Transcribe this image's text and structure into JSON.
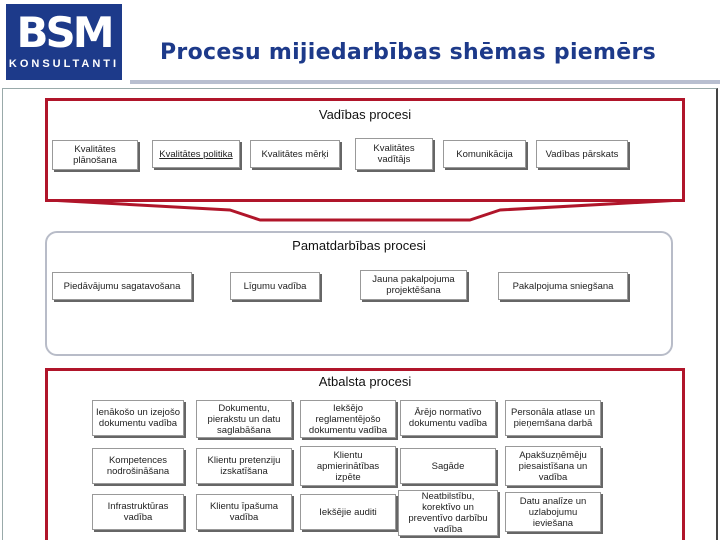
{
  "logo": {
    "big": "BSM",
    "small": "KONSULTANTI"
  },
  "header": {
    "title": "Procesu mijiedarbības shēmas piemērs"
  },
  "vadibas": {
    "title": "Vadības procesi",
    "items": [
      "Kvalitātes plānošana",
      "Kvalitātes politika",
      "Kvalitātes mērķi",
      "Kvalitātes vadītājs",
      "Komunikācija",
      "Vadības pārskats"
    ]
  },
  "pamat": {
    "title": "Pamatdarbības procesi",
    "items": [
      "Piedāvājumu sagatavošana",
      "Līgumu vadība",
      "Jauna pakalpojuma projektēšana",
      "Pakalpojuma sniegšana"
    ]
  },
  "atbalsta": {
    "title": "Atbalsta procesi",
    "rows": [
      [
        "Ienākošo un izejošo dokumentu vadība",
        "Dokumentu, pierakstu un datu saglabāšana",
        "Iekšējo reglamentējošo dokumentu vadība",
        "Ārējo normatīvo dokumentu vadība",
        "Personāla atlase un pieņemšana darbā"
      ],
      [
        "Kompetences nodrošināšana",
        "Klientu pretenziju izskatīšana",
        "Klientu apmierinātības izpēte",
        "Sagāde",
        "Apakšuzņēmēju piesaistīšana un vadība"
      ],
      [
        "Infrastruktūras vadība",
        "Klientu īpašuma vadība",
        "Iekšējie auditi",
        "Neatbilstību, korektīvo un preventīvo darbību vadība",
        "Datu analīze un uzlabojumu ieviešana"
      ]
    ]
  }
}
